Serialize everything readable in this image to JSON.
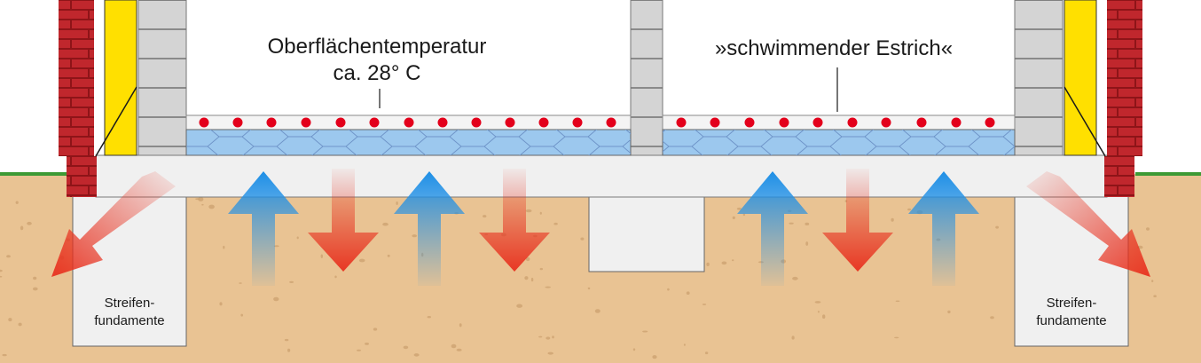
{
  "labels": {
    "surface_temp_line1": "Oberflächentemperatur",
    "surface_temp_line2": "ca. 28° C",
    "floating_screed": "»schwimmender Estrich«",
    "strip_foundation_left_line1": "Streifen-",
    "strip_foundation_left_line2": "fundamente",
    "strip_foundation_right_line1": "Streifen-",
    "strip_foundation_right_line2": "fundamente"
  },
  "colors": {
    "soil": "#E9C393",
    "grass": "#3D9A35",
    "brick": "#C0272D",
    "insulation_yellow": "#FFE000",
    "insulation_blue": "#9CC8EE",
    "heating_pipe": "#E3001B",
    "slab": "#F0F0F0",
    "warm_arrow": "#E8301E",
    "cold_arrow": "#1E8FE6"
  },
  "icons": {
    "warm_flow": "arrow-down-red",
    "cold_flow": "arrow-up-blue",
    "heating_pipe": "red-dot"
  }
}
